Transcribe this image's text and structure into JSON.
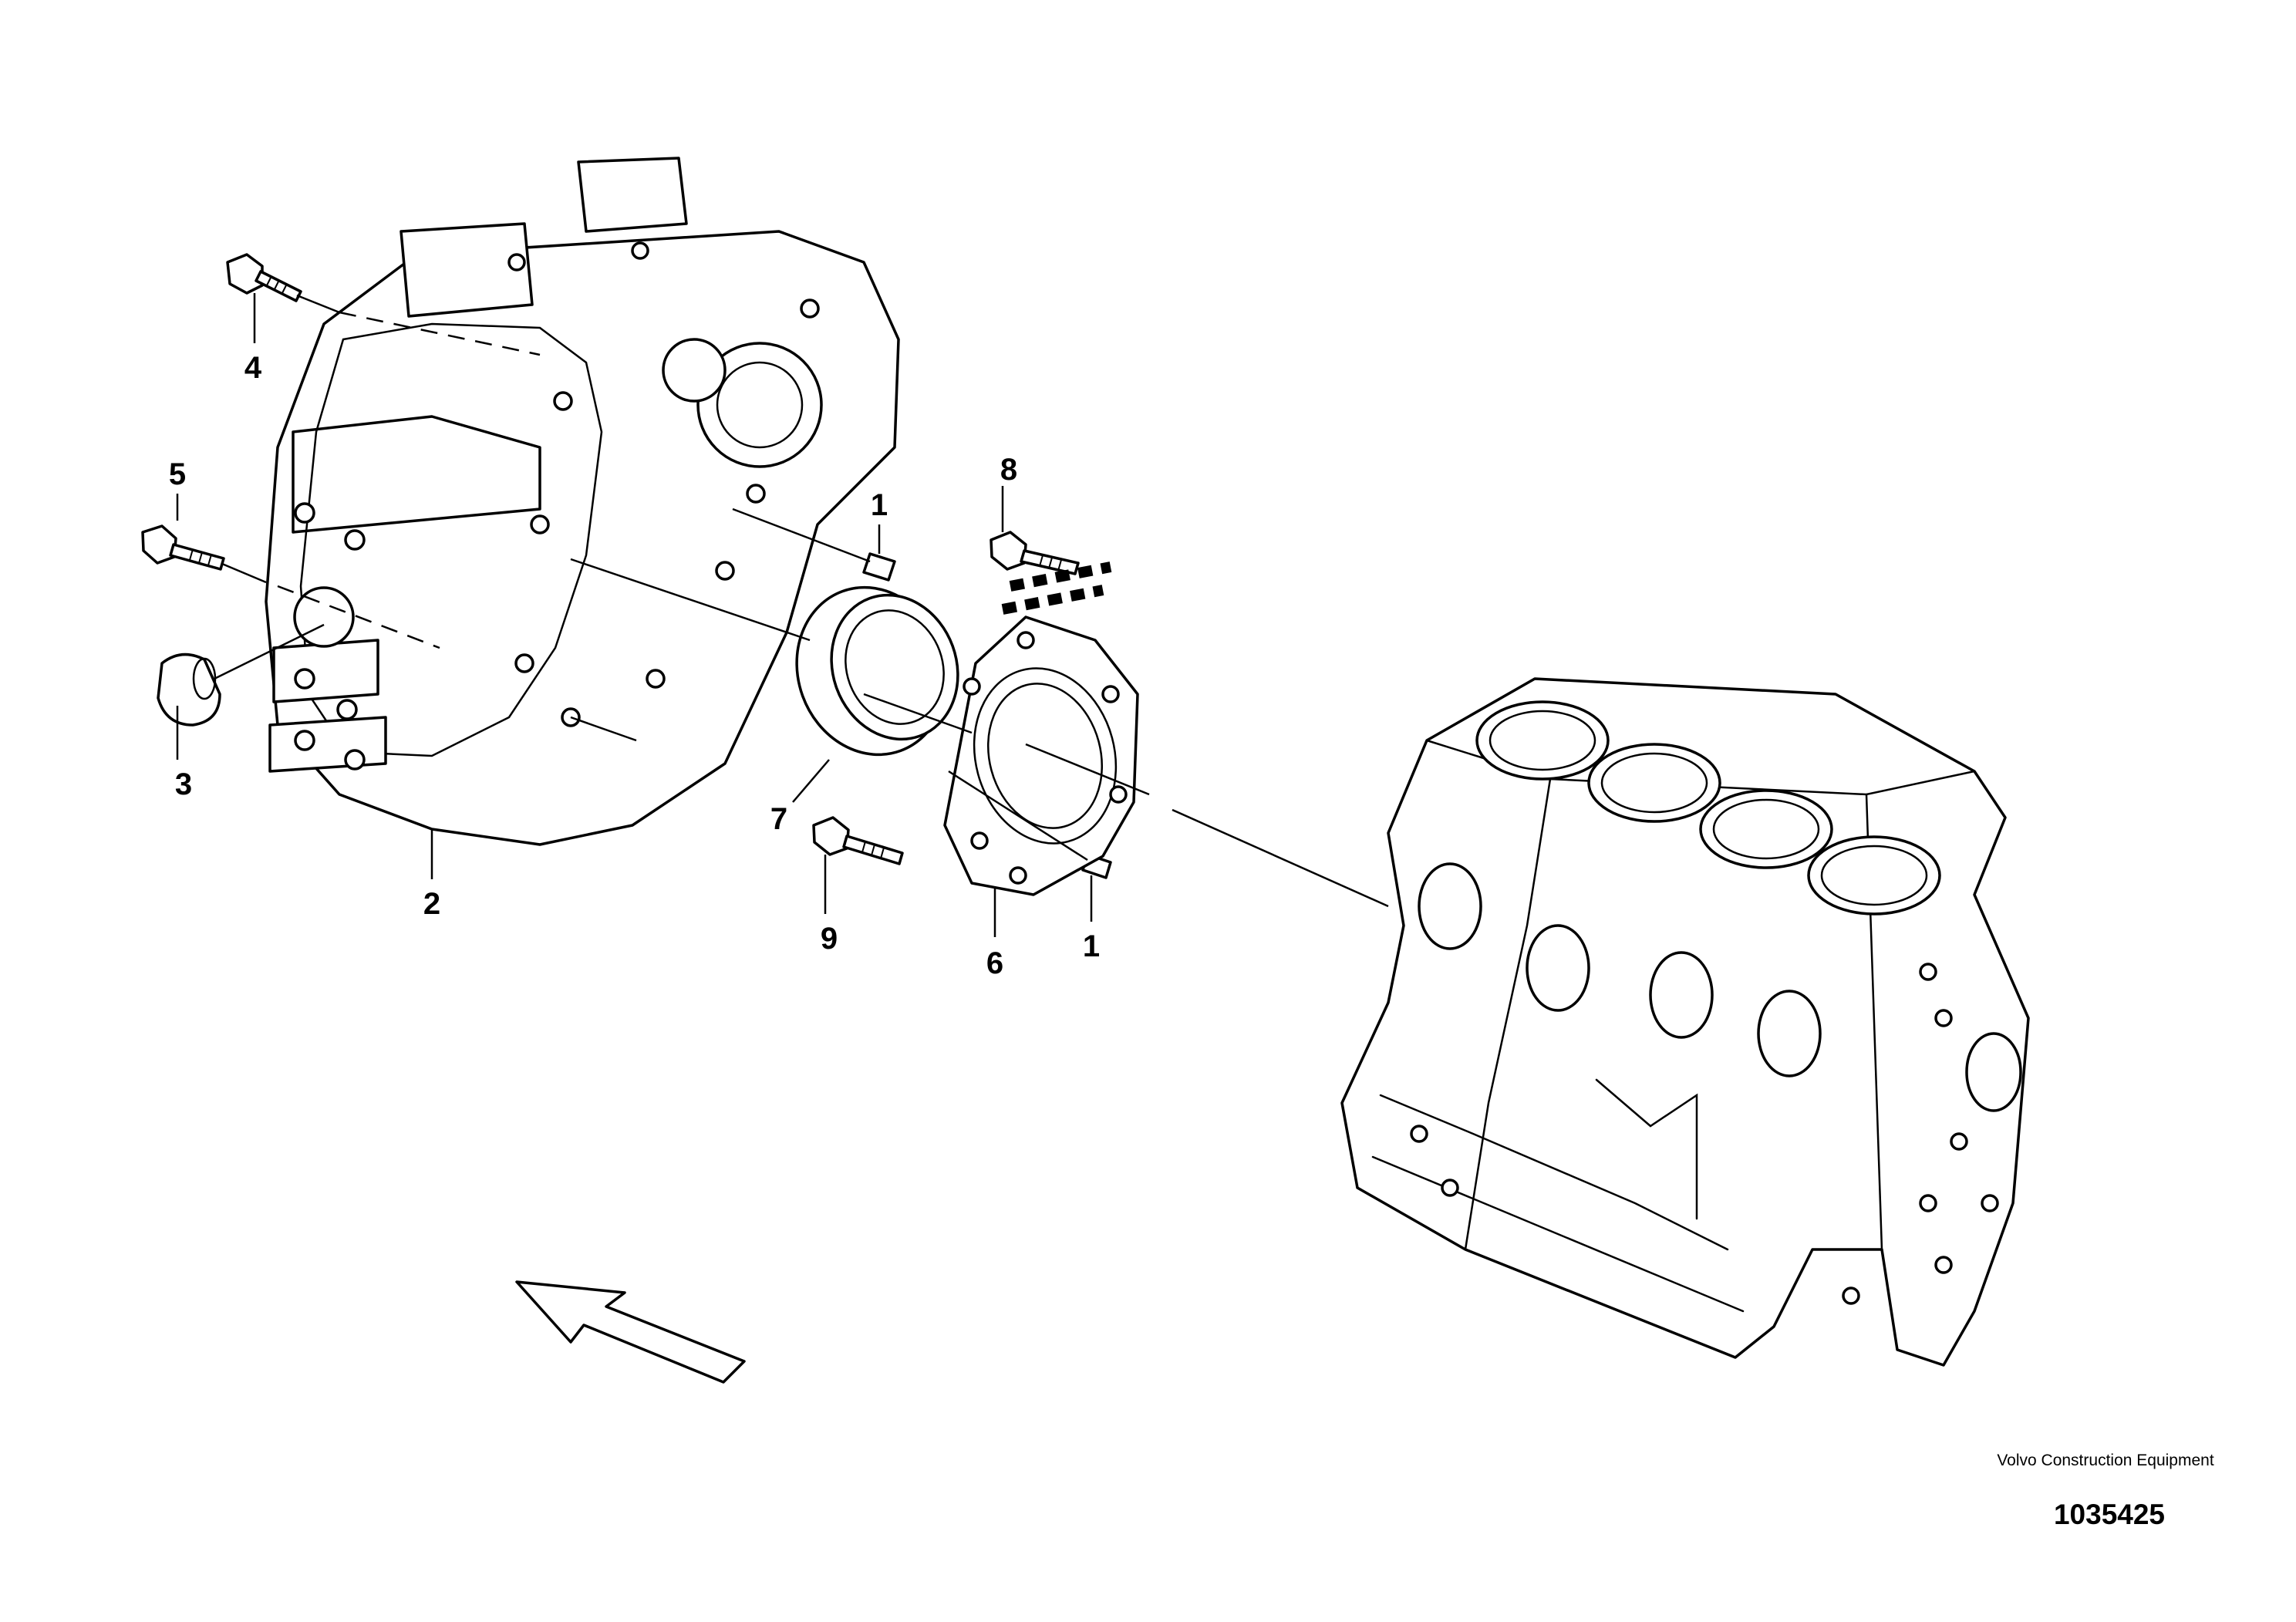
{
  "callouts": [
    {
      "id": "1",
      "label": "1"
    },
    {
      "id": "1b",
      "label": "1"
    },
    {
      "id": "2",
      "label": "2"
    },
    {
      "id": "3",
      "label": "3"
    },
    {
      "id": "4",
      "label": "4"
    },
    {
      "id": "5",
      "label": "5"
    },
    {
      "id": "6",
      "label": "6"
    },
    {
      "id": "7",
      "label": "7"
    },
    {
      "id": "8",
      "label": "8"
    },
    {
      "id": "9",
      "label": "9"
    }
  ],
  "credit": {
    "company": "Volvo Construction Equipment",
    "illustration_number": "1035425"
  }
}
